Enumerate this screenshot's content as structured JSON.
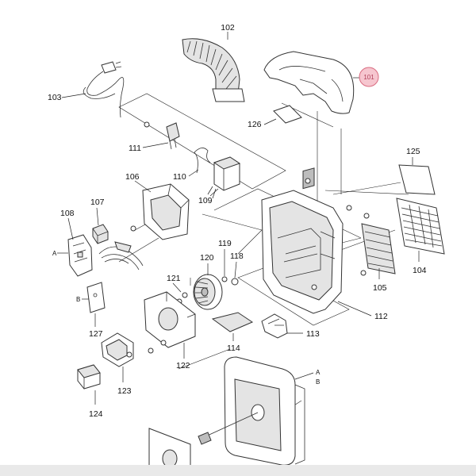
{
  "colors": {
    "line": "#333333",
    "highlight_fill": "#f6c6cf",
    "highlight_stroke": "#d96b80",
    "band": "#e9e9e9"
  },
  "labels": {
    "p101": "101",
    "p102": "102",
    "p103": "103",
    "p104": "104",
    "p105": "105",
    "p106": "106",
    "p107": "107",
    "p108": "108",
    "p109": "109",
    "p110": "110",
    "p111": "111",
    "p112": "112",
    "p113": "113",
    "p114": "114",
    "p118": "118",
    "p119": "119",
    "p120": "120",
    "p121": "121",
    "p122": "122",
    "p123": "123",
    "p124": "124",
    "p125": "125",
    "p126": "126",
    "p127": "127"
  },
  "refs": {
    "a": "A",
    "b": "B"
  },
  "highlighted_part": "101"
}
